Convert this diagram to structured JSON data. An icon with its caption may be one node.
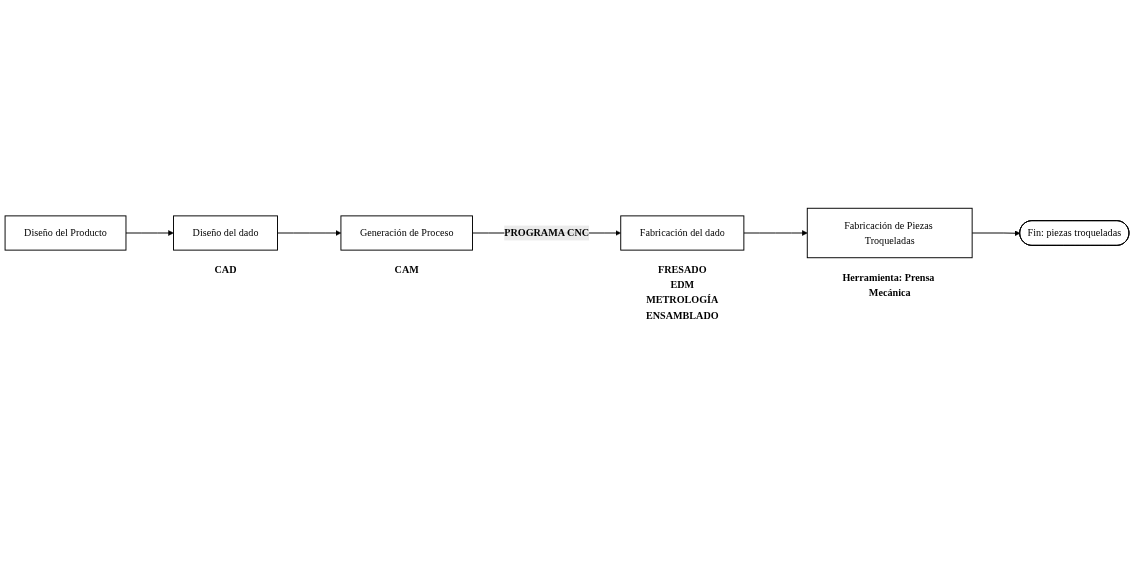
{
  "diagram": {
    "nodes": [
      {
        "text": [
          "Diseño del Producto"
        ]
      },
      {
        "text": [
          "Diseño del dado"
        ],
        "beside": [
          "CAD"
        ]
      },
      {
        "text": [
          "Generación de Proceso"
        ],
        "beside": [
          "CAM"
        ]
      },
      {
        "text": [
          "Fabricación del dado"
        ],
        "beside": [
          "FRESADO",
          "EDM",
          "METROLOGÍA",
          "ENSAMBLADO"
        ]
      },
      {
        "text": [
          "Fabricación de Piezas Troqueladas"
        ],
        "beside": [
          "Herramienta: Prensa Mecánica"
        ]
      },
      {
        "text": [
          "Fin: piezas troqueladas"
        ]
      }
    ],
    "edges": [
      {
        "from": 0,
        "to": 1,
        "arrow": "to"
      },
      {
        "from": 1,
        "to": 2,
        "arrow": "to"
      },
      {
        "from": 2,
        "to": 3,
        "label": "PROGRAMA CNC",
        "arrow": "to"
      },
      {
        "from": 3,
        "to": 4,
        "arrow": "to"
      },
      {
        "from": 4,
        "to": 5,
        "arrow": "to"
      }
    ]
  }
}
